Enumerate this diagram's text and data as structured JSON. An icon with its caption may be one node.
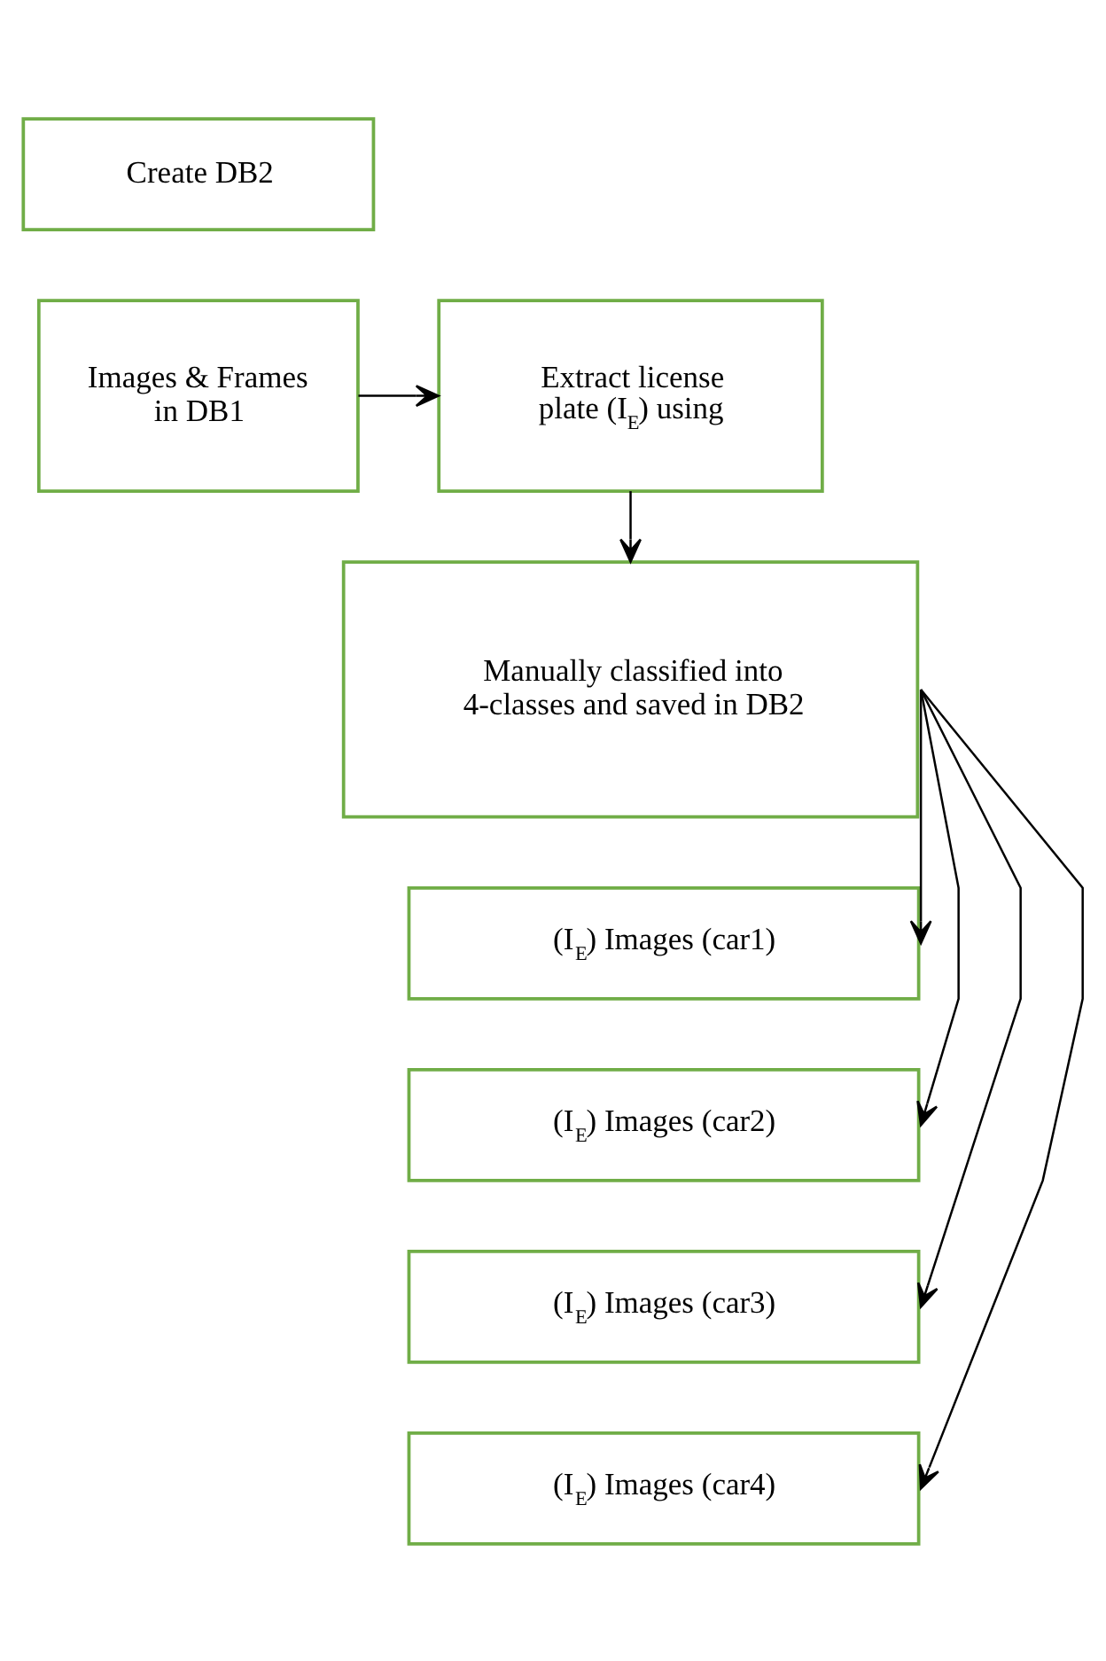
{
  "diagram": {
    "nodes": [
      {
        "text": [
          "Create DB2"
        ]
      },
      {
        "text": [
          "Images & Frames in DB1"
        ]
      },
      {
        "text": [
          "Extract license plate (I$_{E}$) using"
        ]
      },
      {
        "text": [
          "Manually classified into 4-classes and saved in DB2"
        ]
      },
      {
        "text": [
          "(I$_{E}$) Images (car1)"
        ]
      },
      {
        "text": [
          "(I$_{E}$) Images (car2)"
        ]
      },
      {
        "text": [
          "(I$_{E}$) Images (car3)"
        ]
      },
      {
        "text": [
          "(I$_{E}$) Images (car4)"
        ]
      }
    ],
    "edges": [
      {
        "from": 1,
        "to": 2,
        "arrow": "to"
      },
      {
        "from": 2,
        "to": 3,
        "arrow": "to"
      },
      {
        "from": 3,
        "to": 4,
        "arrow": "to"
      },
      {
        "from": 3,
        "to": 5,
        "arrow": "to"
      },
      {
        "from": 3,
        "to": 6,
        "arrow": "to"
      },
      {
        "from": 3,
        "to": 7,
        "arrow": "to"
      }
    ]
  }
}
